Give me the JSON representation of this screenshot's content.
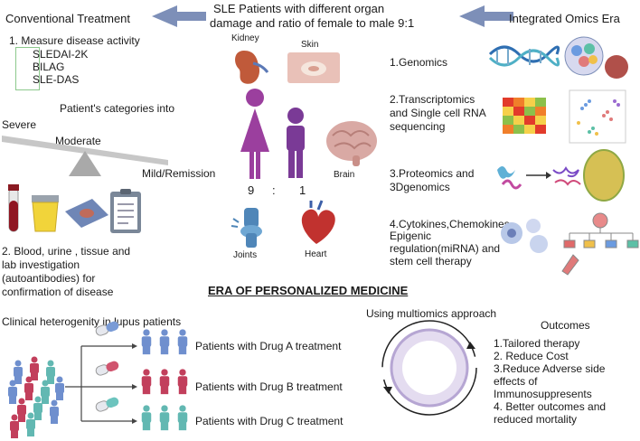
{
  "header": {
    "title_line1": "SLE Patients with different organ",
    "title_line2": "damage and ratio of female to male 9:1",
    "left_title": "Conventional Treatment",
    "right_title": "Integrated Omics Era"
  },
  "conventional": {
    "step1": "1. Measure disease activity",
    "scores": [
      "SLEDAI-2K",
      "BILAG",
      "SLE-DAS"
    ],
    "categories_title": "Patient's categories into",
    "severity": {
      "severe": "Severe",
      "moderate": "Moderate",
      "mild": "Mild/Remission"
    },
    "step2": [
      "2. Blood, urine , tissue  and",
      "lab investigation",
      "(autoantibodies) for",
      "confirmation of disease"
    ]
  },
  "center": {
    "organs": {
      "kidney": "Kidney",
      "skin": "Skin",
      "brain": "Brain",
      "joints": "Joints",
      "heart": "Heart"
    },
    "ratio": {
      "female": "9",
      "sep": ":",
      "male": "1"
    },
    "colors": {
      "female": "#9b3f9e",
      "male": "#7a3a96"
    }
  },
  "omics": {
    "items": [
      [
        "1.Genomics"
      ],
      [
        "2.Transcriptomics",
        "and Single cell RNA",
        "sequencing"
      ],
      [
        "3.Proteomics and",
        "3Dgenomics"
      ],
      [
        "4.Cytokines,Chemokines,",
        "Epigenic",
        "regulation(miRNA) and",
        "stem cell therapy"
      ]
    ]
  },
  "banner": "ERA OF PERSONALIZED MEDICINE",
  "heterogeneity": {
    "title": "Clinical heterogenity in lupus patients",
    "groups": [
      {
        "label": "Patients with Drug A treatment",
        "color": "#6f8fce",
        "pill": "#7a9bd6"
      },
      {
        "label": "Patients with Drug B treatment",
        "color": "#c23f5c",
        "pill": "#d0546e"
      },
      {
        "label": "Patients with Drug C treatment",
        "color": "#62b8b2",
        "pill": "#6cc4be"
      }
    ]
  },
  "multiomics": {
    "title": "Using multiomics approach",
    "outcomes_title": "Outcomes",
    "outcomes": [
      "1.Tailored therapy",
      "2. Reduce Cost",
      "3.Reduce Adverse side",
      "effects of",
      "Immunosuppresents",
      "4. Better outcomes and",
      "reduced mortality"
    ]
  },
  "arrow_color": "#7d8fb8"
}
